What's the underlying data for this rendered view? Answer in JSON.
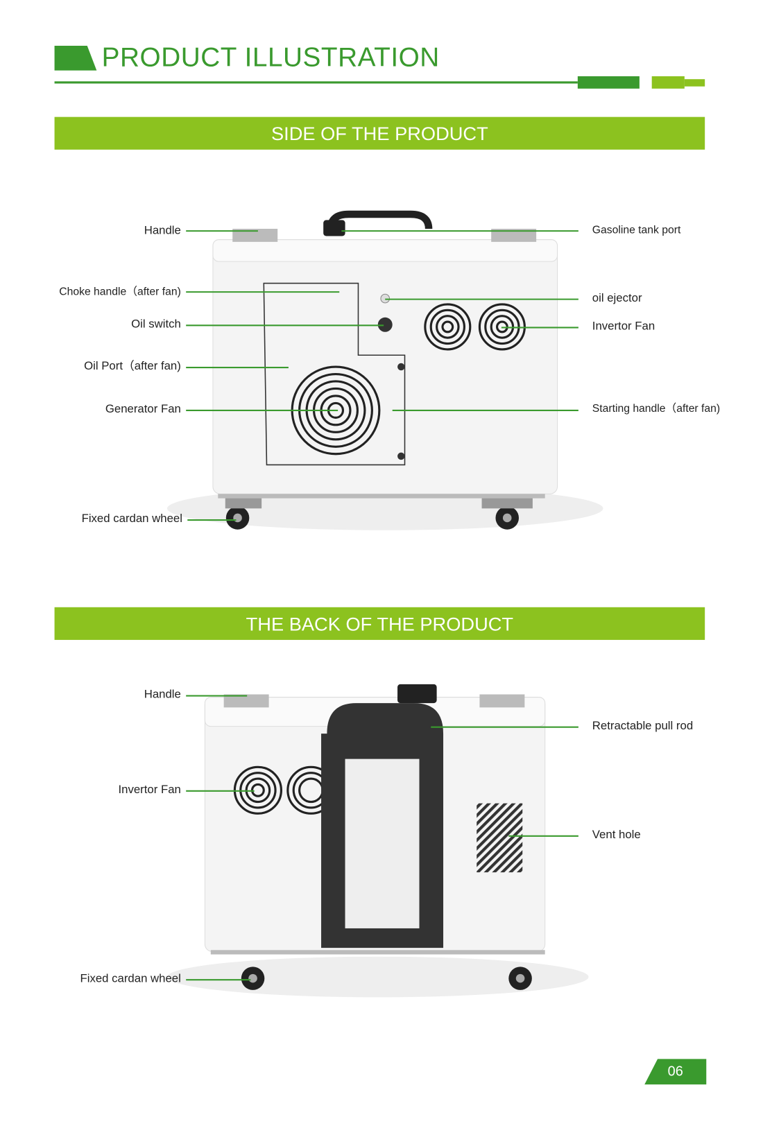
{
  "header": {
    "title": "PRODUCT ILLUSTRATION"
  },
  "colors": {
    "dark_green": "#3a9a2e",
    "light_green": "#8cc21f"
  },
  "side_section": {
    "banner": "SIDE OF THE PRODUCT",
    "left_labels": [
      "Handle",
      "Choke handle（after fan)",
      "Oil switch",
      "Oil Port（after fan)",
      "Generator Fan",
      "Fixed cardan wheel"
    ],
    "right_labels": [
      "Gasoline tank port",
      "oil ejector",
      "Invertor Fan",
      "Starting handle（after fan)"
    ]
  },
  "back_section": {
    "banner": "THE BACK OF THE PRODUCT",
    "left_labels": [
      "Handle",
      "Invertor Fan",
      "Fixed cardan wheel"
    ],
    "right_labels": [
      "Retractable pull rod",
      "Vent hole"
    ]
  },
  "footer": {
    "page_number": "06"
  }
}
